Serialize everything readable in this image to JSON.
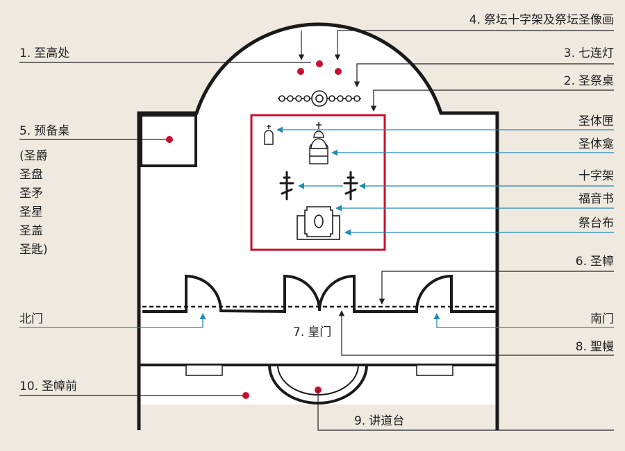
{
  "labels": {
    "l1": {
      "num": "1.",
      "text": "至高处"
    },
    "l2": {
      "num": "2.",
      "text": "圣祭桌"
    },
    "l3": {
      "num": "3.",
      "text": "七连灯"
    },
    "l4": {
      "num": "4.",
      "text": "祭坛十字架及祭坛圣像画"
    },
    "l5": {
      "num": "5.",
      "text": "预备桌"
    },
    "l5_items": [
      "(圣爵",
      "圣盘",
      "圣矛",
      "圣星",
      "圣盖",
      "圣匙)"
    ],
    "l6": {
      "num": "6.",
      "text": "圣幛"
    },
    "l7": {
      "num": "7.",
      "text": "皇门"
    },
    "l8": {
      "num": "8.",
      "text": "聖幔"
    },
    "l9": {
      "num": "9.",
      "text": "讲道台"
    },
    "l10": {
      "num": "10.",
      "text": "圣幛前"
    },
    "tabernacle": "圣体匣",
    "monstrance": "圣体龛",
    "cross": "十字架",
    "gospel": "福音书",
    "antimension": "祭台布",
    "north_door": "北门",
    "south_door": "南门"
  },
  "colors": {
    "background": "#efe9df",
    "wall": "#1a1a1a",
    "floor": "#ffffff",
    "accent_red": "#c8102e",
    "leader_blue": "#1f8bb8",
    "leader_black": "#222222"
  }
}
